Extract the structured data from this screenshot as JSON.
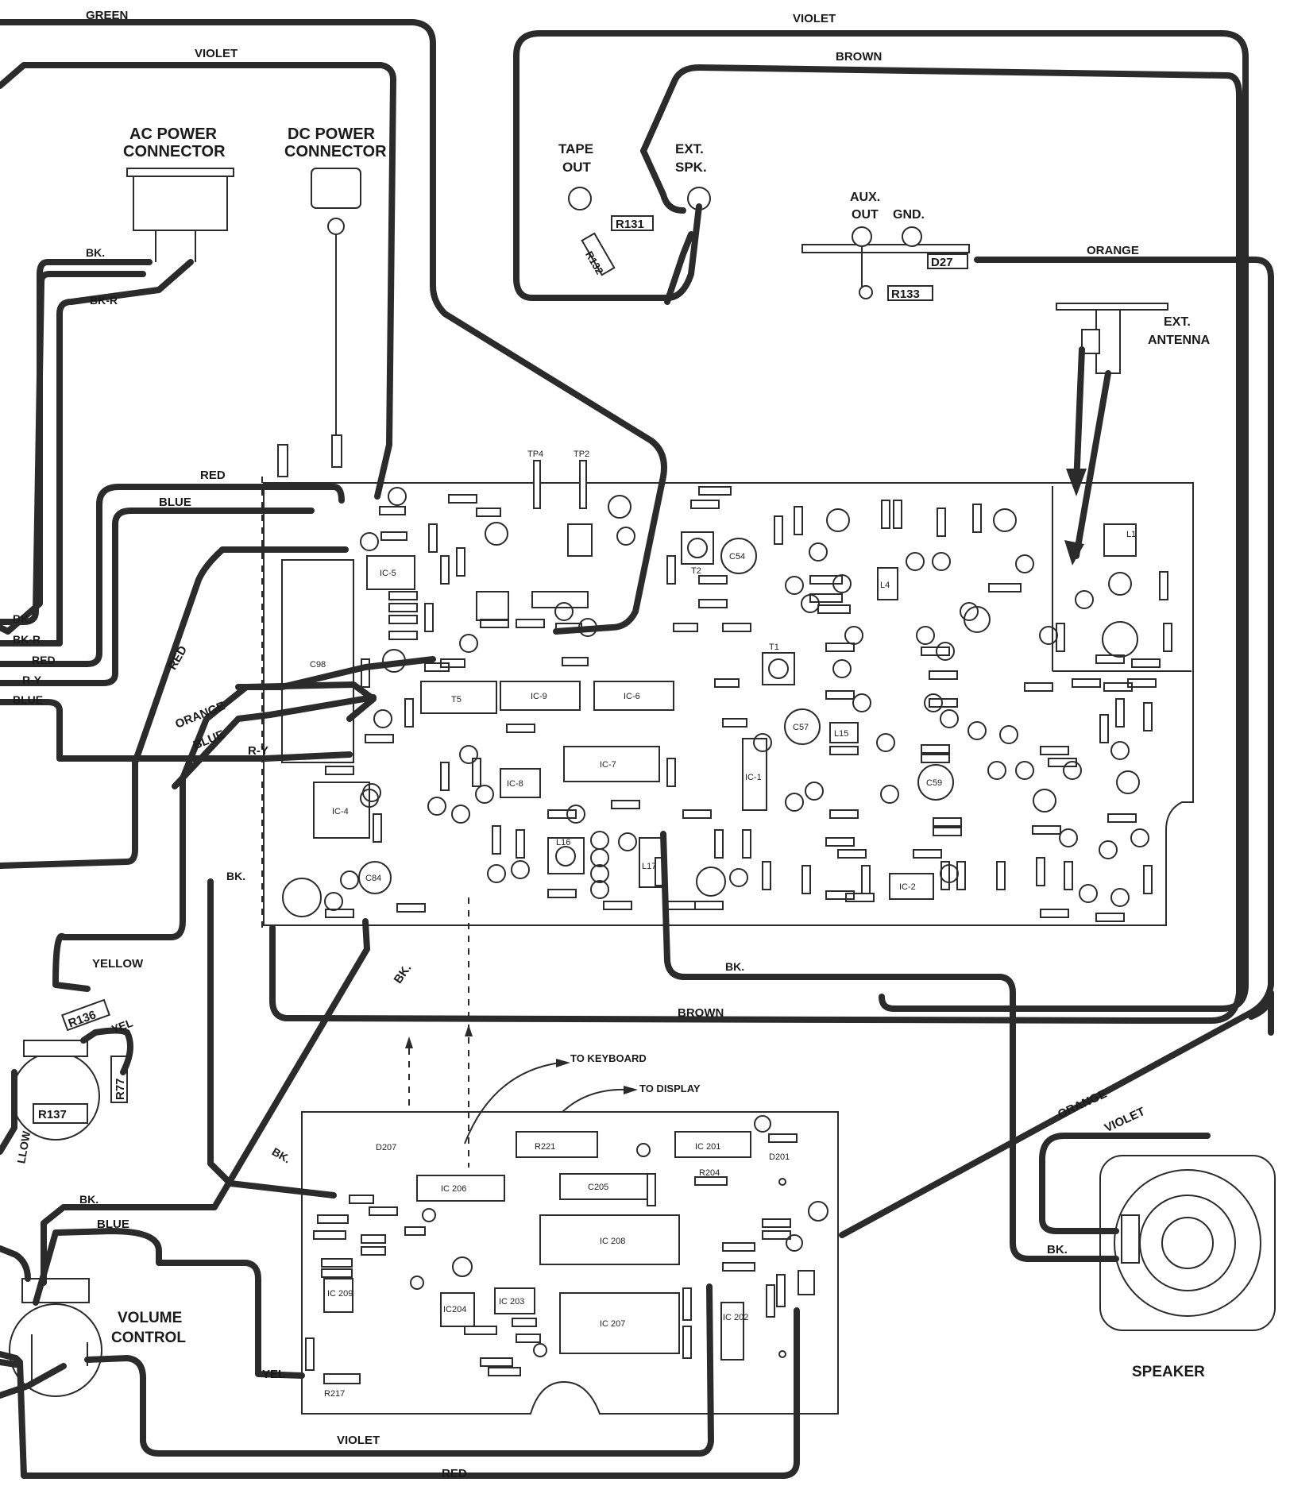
{
  "wires": {
    "green": "GREEN",
    "violet": "VIOLET",
    "brown": "BROWN",
    "orange": "ORANGE",
    "bk": "BK.",
    "bkr": "BK-R",
    "red": "RED",
    "blue": "BLUE",
    "ry": "R-Y",
    "yellow": "YELLOW",
    "yel": "YEL",
    "yel_partial": "YEL",
    "yellow_partial": "LLOW"
  },
  "labels": {
    "ac_power_line1": "AC POWER",
    "ac_power_line2": "CONNECTOR",
    "dc_power_line1": "DC POWER",
    "dc_power_line2": "CONNECTOR",
    "tape_out_line1": "TAPE",
    "tape_out_line2": "OUT",
    "ext_spk_line1": "EXT.",
    "ext_spk_line2": "SPK.",
    "aux_out_line1": "AUX.",
    "aux_out_line2": "OUT",
    "gnd": "GND.",
    "ext_antenna_line1": "EXT.",
    "ext_antenna_line2": "ANTENNA",
    "to_keyboard": "TO KEYBOARD",
    "to_display": "TO DISPLAY",
    "volume_control_line1": "VOLUME",
    "volume_control_line2": "CONTROL",
    "speaker": "SPEAKER"
  },
  "parts": {
    "r131": "R131",
    "r132": "R132",
    "d27": "D27",
    "r133": "R133",
    "r136": "R136",
    "r137": "R137",
    "r77": "R77",
    "c98": "C98",
    "t5": "T5",
    "ic9": "IC-9",
    "ic6": "IC-6",
    "ic7": "IC-7",
    "ic5": "IC-5",
    "ic4": "IC-4",
    "ic1": "IC-1",
    "ic2": "IC-2",
    "ic8": "IC-8",
    "t1": "T1",
    "t2": "T2",
    "l1": "L1",
    "l4": "L4",
    "l15": "L15",
    "l16": "L16",
    "l17": "L17",
    "c54": "C54",
    "c84": "C84",
    "c57": "C57",
    "c59": "C59",
    "tp4": "TP4",
    "tp2": "TP2",
    "ic206": "IC 206",
    "ic205": "C205",
    "ic208": "IC 208",
    "ic207": "IC 207",
    "ic204": "IC204",
    "ic203": "IC 203",
    "ic209": "IC 209",
    "ic201": "IC 201",
    "ic202": "IC 202",
    "r221": "R221",
    "r217": "R217",
    "r204": "R204",
    "d201": "D201",
    "d207": "D207"
  },
  "colors": {
    "ink": "#2b2b2b",
    "paper": "#ffffff"
  }
}
